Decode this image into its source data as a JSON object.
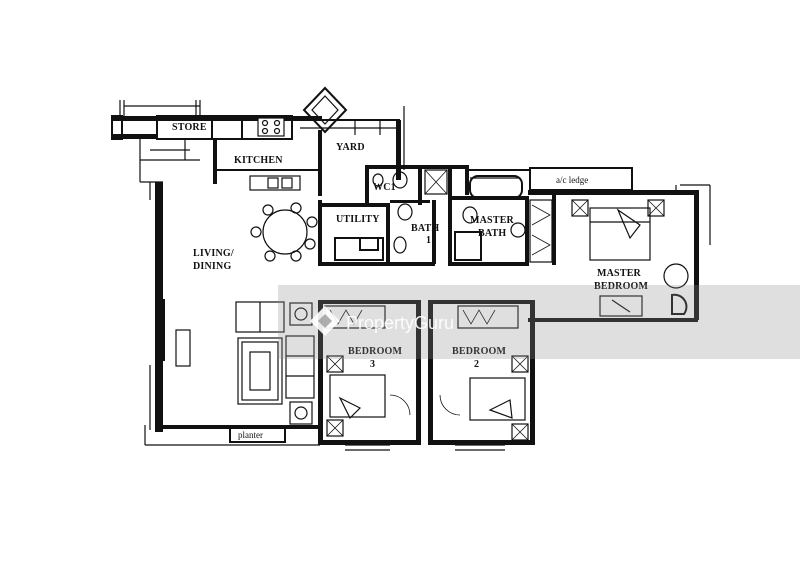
{
  "rooms": {
    "store": "STORE",
    "kitchen": "KITCHEN",
    "yard": "YARD",
    "wc": "WC1",
    "utility": "UTILITY",
    "bath1_line1": "BATH",
    "bath1_line2": "1",
    "master_bath_line1": "MASTER",
    "master_bath_line2": "BATH",
    "ac_ledge": "a/c ledge",
    "living_line1": "LIVING/",
    "living_line2": "DINING",
    "master_bedroom_line1": "MASTER",
    "master_bedroom_line2": "BEDROOM",
    "bedroom3_line1": "BEDROOM",
    "bedroom3_line2": "3",
    "bedroom2_line1": "BEDROOM",
    "bedroom2_line2": "2",
    "planter": "planter"
  },
  "watermark": {
    "logo_icon": "propertyguru-logo-icon",
    "text": "PropertyGuru"
  },
  "colors": {
    "ink": "#111111",
    "watermark_band": "#8c8c8c"
  }
}
